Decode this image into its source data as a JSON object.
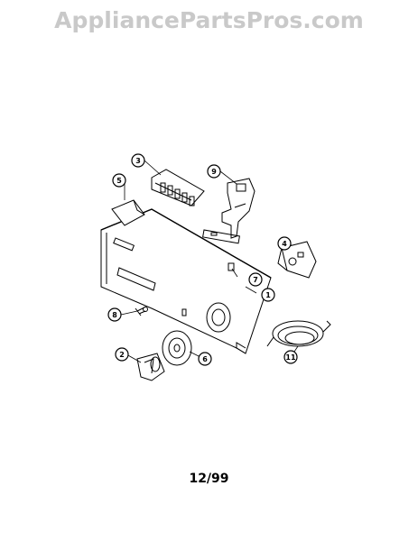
{
  "watermark": "AppliancePartsPros.com",
  "footer_code": "12/99",
  "callouts": [
    {
      "id": "c1",
      "text": "1"
    },
    {
      "id": "c2",
      "text": "2"
    },
    {
      "id": "c3",
      "text": "3"
    },
    {
      "id": "c4",
      "text": "4"
    },
    {
      "id": "c5",
      "text": "5"
    },
    {
      "id": "c6",
      "text": "6"
    },
    {
      "id": "c7",
      "text": "7"
    },
    {
      "id": "c8",
      "text": "8"
    },
    {
      "id": "c9",
      "text": "9"
    },
    {
      "id": "c11",
      "text": "11"
    }
  ]
}
